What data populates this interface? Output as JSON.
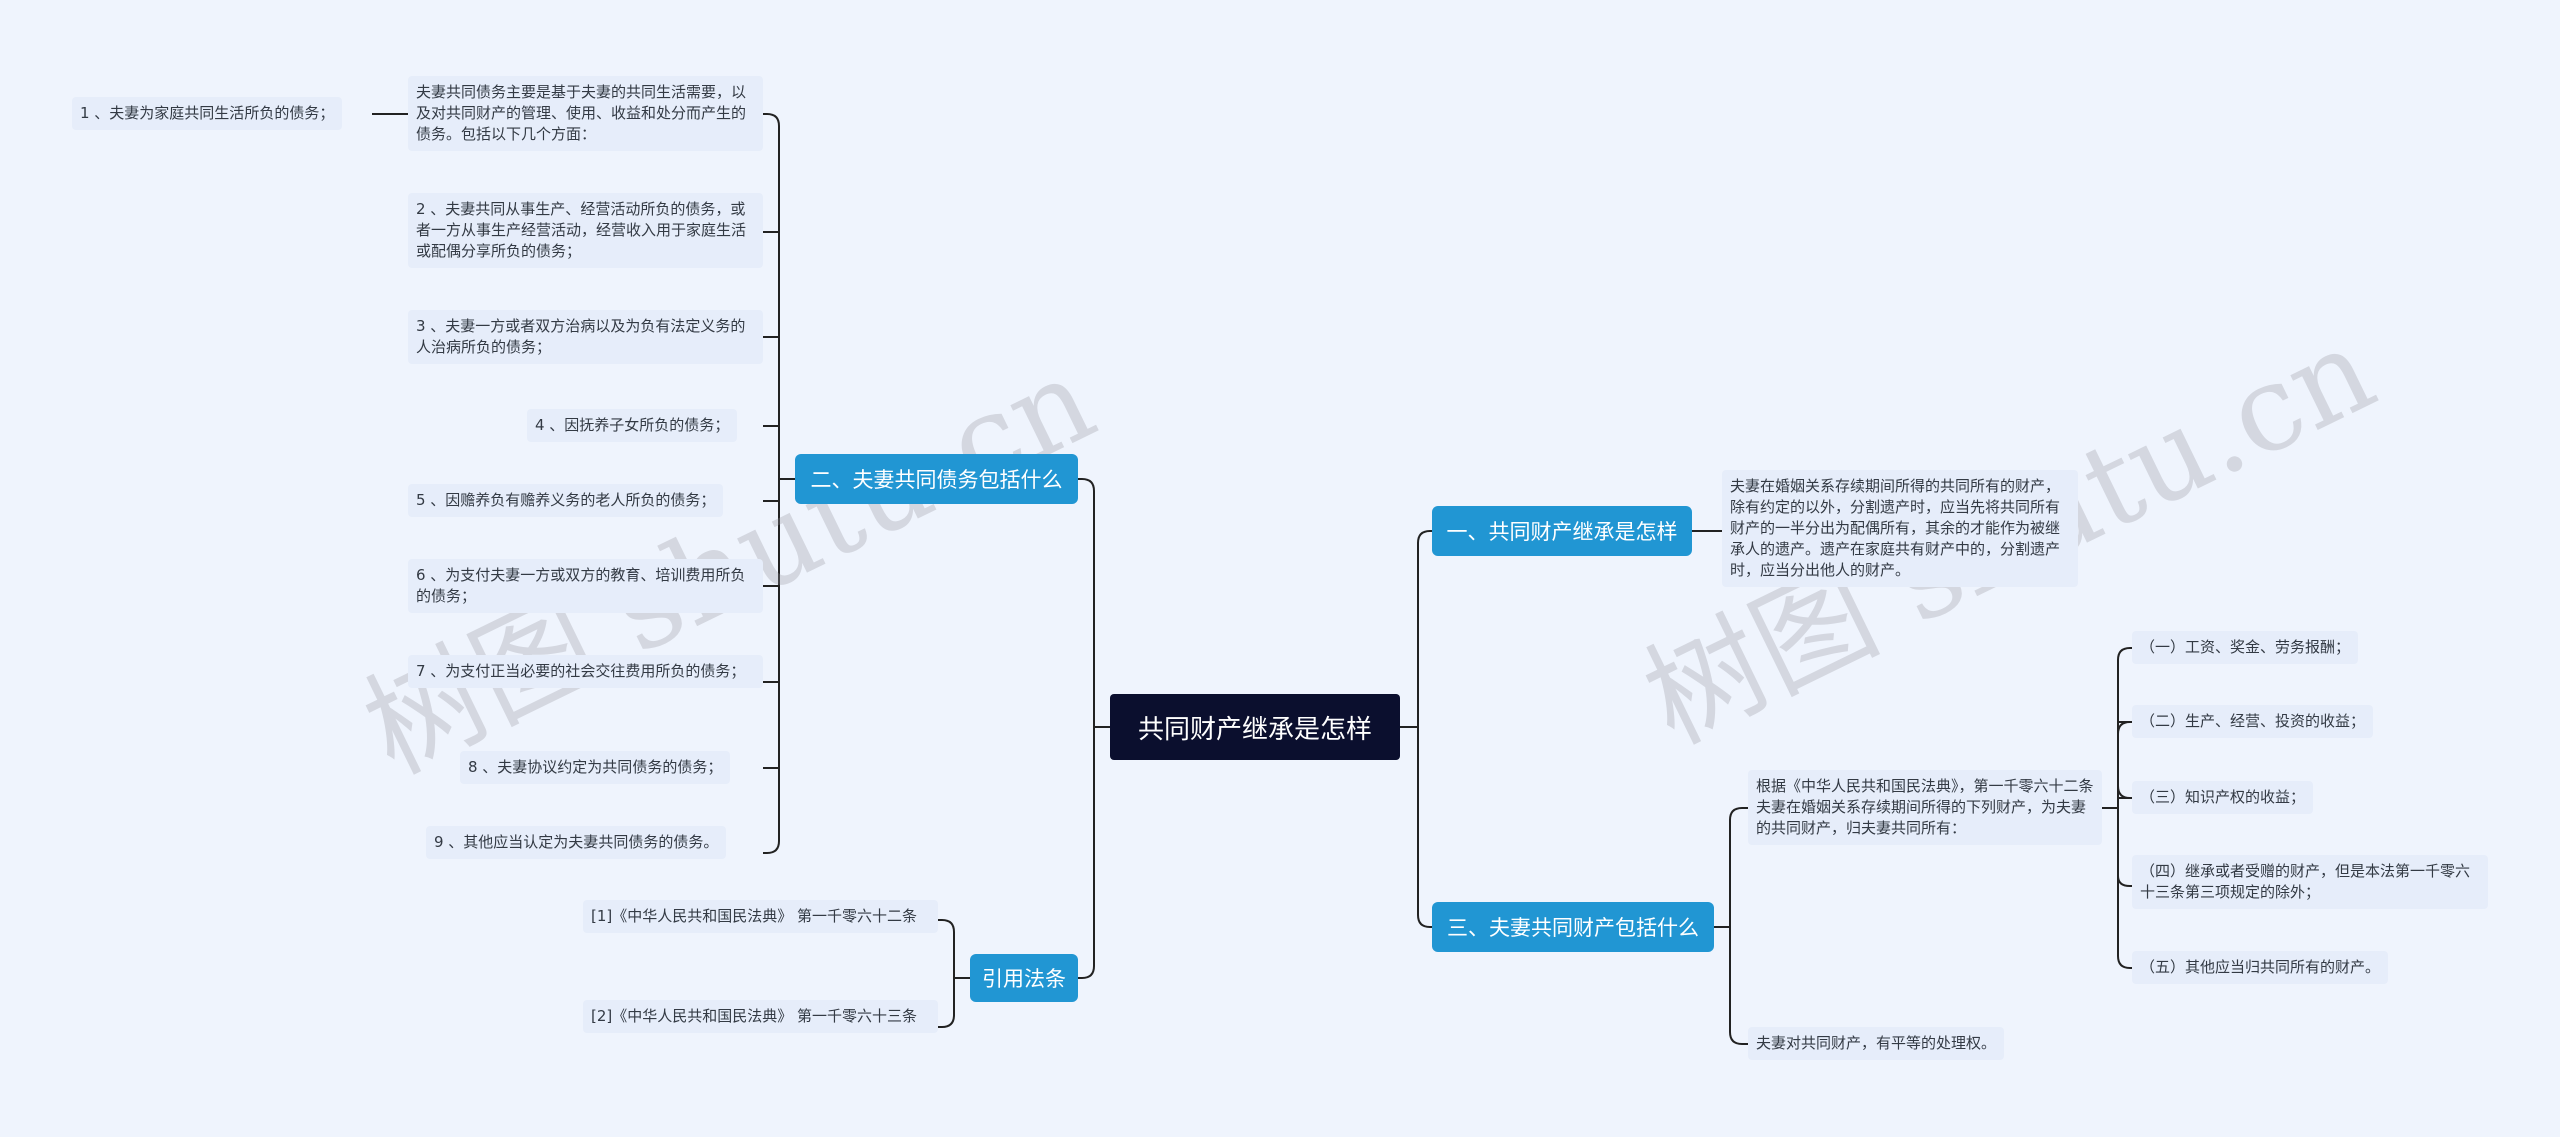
{
  "root": {
    "label": "共同财产继承是怎样"
  },
  "branches": {
    "b1": {
      "label": "一、共同财产继承是怎样"
    },
    "b2": {
      "label": "二、夫妻共同债务包括什么"
    },
    "b3": {
      "label": "三、夫妻共同财产包括什么"
    },
    "b4": {
      "label": "引用法条"
    }
  },
  "b1_children": [
    "夫妻在婚姻关系存续期间所得的共同所有的财产，除有约定的以外，分割遗产时，应当先将共同所有财产的一半分出为配偶所有，其余的才能作为被继承人的遗产。遗产在家庭共有财产中的，分割遗产时，应当分出他人的财产。"
  ],
  "b2_children": [
    "夫妻共同债务主要是基于夫妻的共同生活需要，以及对共同财产的管理、使用、收益和处分而产生的债务。包括以下几个方面：",
    "2 、夫妻共同从事生产、经营活动所负的债务，或者一方从事生产经营活动，经营收入用于家庭生活或配偶分享所负的债务；",
    "3 、夫妻一方或者双方治病以及为负有法定义务的人治病所负的债务；",
    "4 、因抚养子女所负的债务；",
    "5 、因赡养负有赡养义务的老人所负的债务；",
    "6 、为支付夫妻一方或双方的教育、培训费用所负的债务；",
    "7 、为支付正当必要的社会交往费用所负的债务；",
    "8 、夫妻协议约定为共同债务的债务；",
    "9 、其他应当认定为夫妻共同债务的债务。"
  ],
  "b2_grandchild": "1 、夫妻为家庭共同生活所负的债务；",
  "b3_children": [
    "根据《中华人民共和国民法典》，第一千零六十二条夫妻在婚姻关系存续期间所得的下列财产，为夫妻的共同财产，归夫妻共同所有：",
    "夫妻对共同财产，有平等的处理权。"
  ],
  "b3_grandchildren": [
    "（一）工资、奖金、劳务报酬；",
    "（二）生产、经营、投资的收益；",
    "（三）知识产权的收益；",
    "（四）继承或者受赠的财产，但是本法第一千零六十三条第三项规定的除外；",
    "（五）其他应当归共同所有的财产。"
  ],
  "b4_children": [
    "[1]《中华人民共和国民法典》 第一千零六十二条",
    "[2]《中华人民共和国民法典》 第一千零六十三条"
  ],
  "watermark": "树图 shutu.cn",
  "colors": {
    "root": "#0b0f2e",
    "branch": "#2196d3",
    "leaf": "#e6edfa",
    "line": "#222222",
    "background": "#eff4fd"
  }
}
